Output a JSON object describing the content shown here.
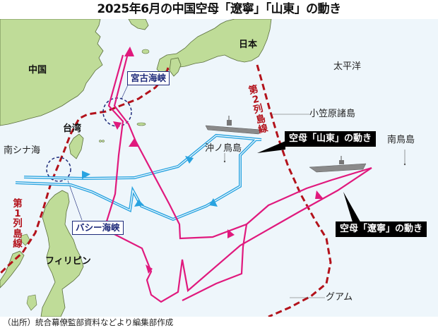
{
  "title": "2025年6月の中国空母「遼寧」「山東」の動き",
  "map": {
    "land_labels": {
      "china": "中国",
      "taiwan": "台湾",
      "japan": "日本",
      "philippines": "フィリピン"
    },
    "sea_labels": {
      "south_china_sea": "南シナ海",
      "pacific_ocean": "太平洋"
    },
    "island_labels": {
      "ogasawara": "小笠原諸島",
      "okinotorishima": "沖ノ鳥島",
      "minamitorishima": "南鳥島",
      "guam": "グアム"
    },
    "straits": {
      "miyako": "宮古海峡",
      "bashi": "バシー海峡"
    },
    "island_chains": {
      "first": "第1列島線",
      "second": "第2列島線"
    },
    "callouts": {
      "shandong": "空母「山東」の動き",
      "liaoning": "空母「遼寧」の動き"
    },
    "colors": {
      "sea": "#eef6fb",
      "land": "#bfdc98",
      "land_border": "#5a6e3c",
      "liaoning_route": "#e0197d",
      "shandong_route": "#29a3e0",
      "island_chain_line": "#b3121b",
      "strait_circle": "#1d2a7a",
      "carrier": "#8a8a8a"
    }
  },
  "caption": "（出所）統合幕僚監部資料などより編集部作成"
}
